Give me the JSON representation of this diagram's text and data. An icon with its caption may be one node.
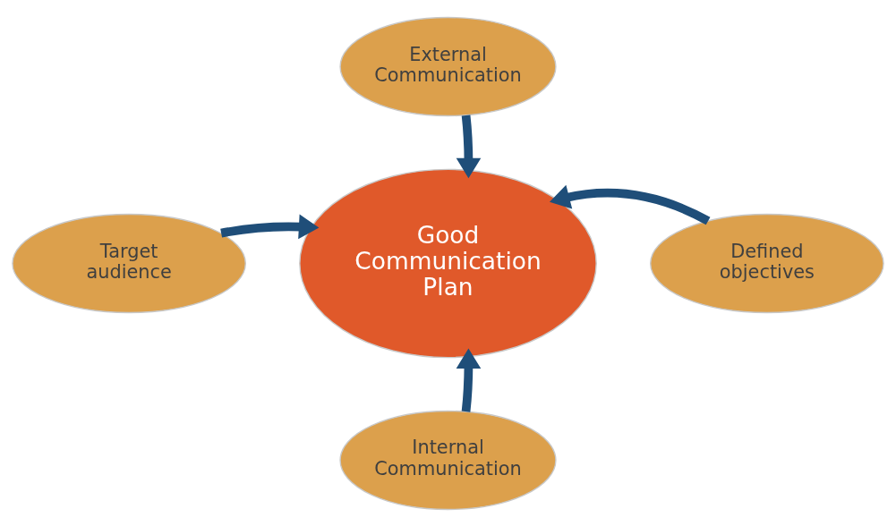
{
  "diagram": {
    "nodes": [
      {
        "text": [
          "External Communication"
        ]
      },
      {
        "text": [
          "Target audience"
        ]
      },
      {
        "text": [
          "Good Communication Plan"
        ]
      },
      {
        "text": [
          "Defined objectives"
        ]
      },
      {
        "text": [
          "Internal Communication"
        ]
      }
    ],
    "edges": [
      {
        "from": 0,
        "to": 2,
        "arrow": "to"
      },
      {
        "from": 1,
        "to": 2,
        "arrow": "to"
      },
      {
        "from": 3,
        "to": 2,
        "arrow": "to"
      },
      {
        "from": 4,
        "to": 2,
        "arrow": "to"
      }
    ]
  }
}
